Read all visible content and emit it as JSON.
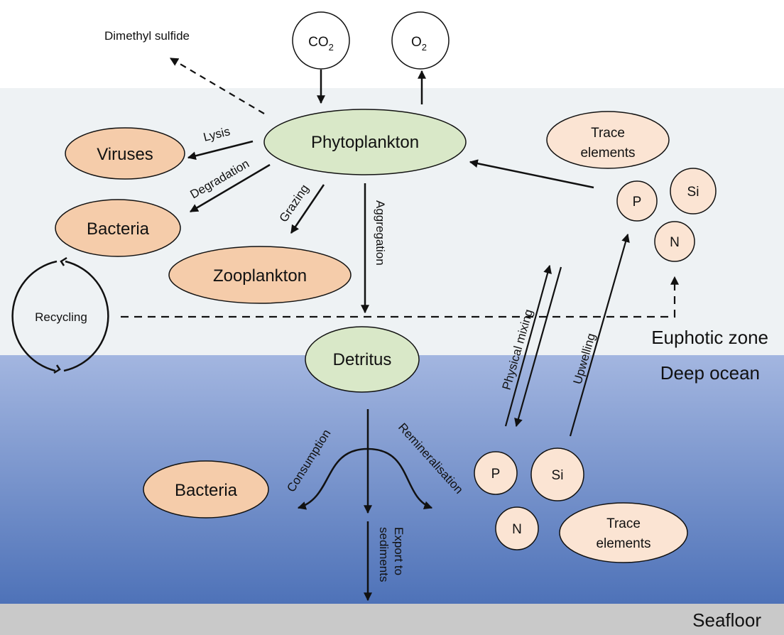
{
  "gases": {
    "co2": {
      "base": "CO",
      "sub": "2"
    },
    "o2": {
      "base": "O",
      "sub": "2"
    }
  },
  "labels": {
    "dimethyl_sulfide": "Dimethyl sulfide",
    "lysis": "Lysis",
    "degradation": "Degradation",
    "grazing": "Grazing",
    "aggregation": "Aggregation",
    "recycling": "Recycling",
    "physical_mixing": "Physical mixing",
    "upwelling": "Upwelling",
    "consumption": "Consumption",
    "remineralisation": "Remineralisation",
    "export_line1": "Export to",
    "export_line2": "sediments"
  },
  "nodes": {
    "phytoplankton": "Phytoplankton",
    "viruses": "Viruses",
    "bacteria_upper": "Bacteria",
    "zooplankton": "Zooplankton",
    "detritus": "Detritus",
    "bacteria_lower": "Bacteria",
    "trace_upper_line1": "Trace",
    "trace_upper_line2": "elements",
    "trace_lower_line1": "Trace",
    "trace_lower_line2": "elements",
    "p_upper": "P",
    "si_upper": "Si",
    "n_upper": "N",
    "p_lower": "P",
    "si_lower": "Si",
    "n_lower": "N"
  },
  "zones": {
    "euphotic": "Euphotic zone",
    "deep": "Deep ocean",
    "seafloor": "Seafloor"
  },
  "colors": {
    "euphotic_fill": "#eef2f4",
    "deep_top": "#a3b6e0",
    "deep_bottom": "#4e72b8",
    "seafloor": "#c9c9c9",
    "green_node": "#d9e8c8",
    "orange_node": "#f5ccaa",
    "nutrient_node": "#fbe4d3"
  }
}
